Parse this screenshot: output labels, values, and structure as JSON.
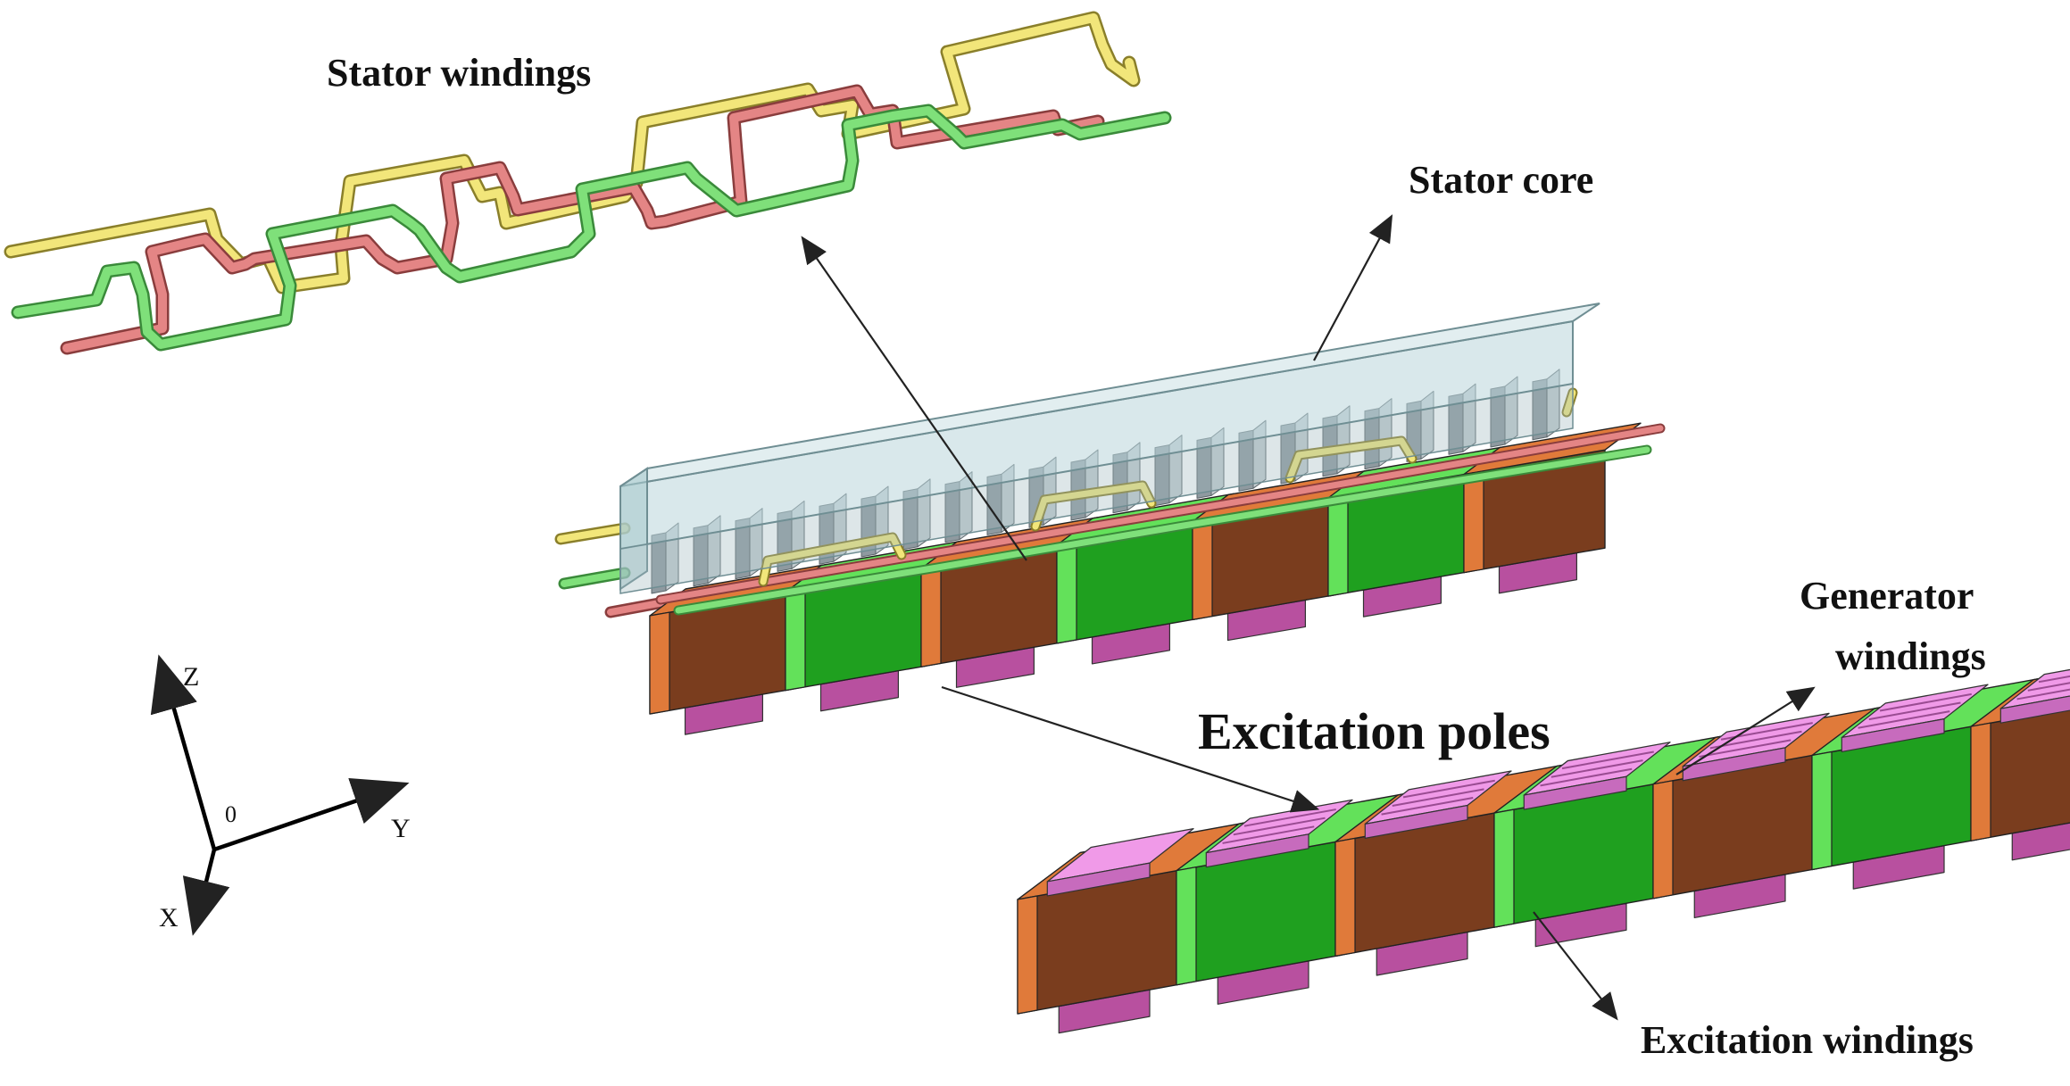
{
  "labels": {
    "stator_windings": "Stator windings",
    "stator_core": "Stator core",
    "generator_windings_1": "Generator",
    "generator_windings_2": "windings",
    "excitation_poles": "Excitation poles",
    "excitation_windings": "Excitation windings"
  },
  "axes": {
    "z": "Z",
    "y": "Y",
    "x": "X",
    "origin": "0"
  },
  "colors": {
    "winding_yellow": "#f2e67a",
    "winding_red": "#e48585",
    "winding_green": "#7fe07a",
    "core_glass": "#b9d6da",
    "pole_brown": "#7a3d1e",
    "pole_orange": "#e07a3a",
    "coil_green": "#1fa01f",
    "coil_light": "#63e15a",
    "top_pink": "#f09ae8",
    "base_pink": "#b8509f"
  }
}
